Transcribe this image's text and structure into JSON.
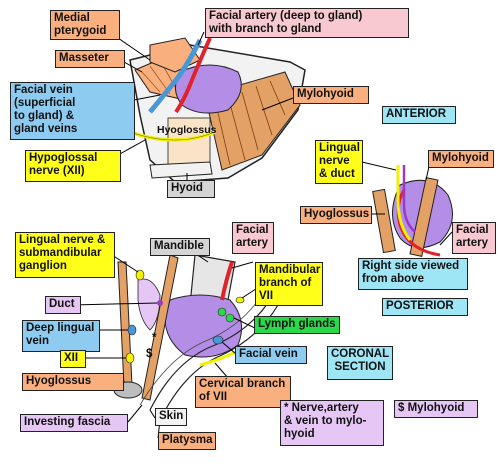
{
  "colors": {
    "orange": "#f9b07e",
    "pink": "#f8c9d0",
    "blue": "#8ecbf0",
    "yellow": "#ffff1a",
    "green": "#2ad84a",
    "lilac": "#e6c6f5",
    "grey": "#d4d4d4",
    "cyan": "#9ee5f5",
    "gland": "#b48ee6",
    "muscle": "#e3a165"
  },
  "labels": {
    "medial_pterygoid": "Medial\npterygoid",
    "facial_artery_top": "Facial artery (deep to gland)\nwith branch to gland",
    "masseter": "Masseter",
    "facial_vein_top": "Facial vein\n(superficial\nto gland) &\ngland veins",
    "mylohyoid_top": "Mylohyoid",
    "hyoglossus_inner": "Hyoglossus",
    "hypoglossal": "Hypoglossal\nnerve (XII)",
    "hyoid": "Hyoid",
    "anterior": "ANTERIOR",
    "lingual_nerve_duct": "Lingual\nnerve\n& duct",
    "mylohyoid_right": "Mylohyoid",
    "hyoglossus_right": "Hyoglossus",
    "facial_artery_right": "Facial\nartery",
    "right_side_viewed": "Right side viewed\nfrom above",
    "posterior": "POSTERIOR",
    "lingual_nerve_ganglion": "Lingual nerve &\nsubmandibular\nganglion",
    "mandible": "Mandible",
    "facial_artery_cor": "Facial\nartery",
    "mandibular_branch": "Mandibular\nbranch of\nVII",
    "duct": "Duct",
    "lymph_glands": "Lymph glands",
    "deep_lingual_vein": "Deep lingual\nvein",
    "facial_vein_cor": "Facial vein",
    "xii": "XII",
    "coronal_section": "CORONAL\nSECTION",
    "hyoglossus_cor": "Hyoglossus",
    "cervical_branch": "Cervical branch\nof VII",
    "investing_fascia": "Investing fascia",
    "skin": "Skin",
    "platysma": "Platysma",
    "nerve_note": "* Nerve,artery\n& vein to mylo-\nhyoid",
    "mylohyoid_note": "$ Mylohyoid",
    "star_mark": "*",
    "dollar_mark": "$"
  }
}
